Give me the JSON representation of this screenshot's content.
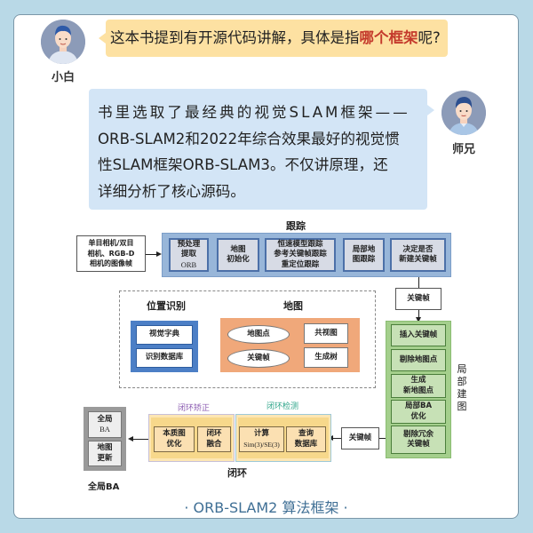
{
  "dialog": {
    "question": {
      "speaker": "小白",
      "text_before": "这本书提到有开源代码讲解，具体是指",
      "text_highlight": "哪个框架",
      "text_after": "呢?",
      "bubble_color": "#fde1a2",
      "highlight_color": "#c43a2c"
    },
    "answer": {
      "speaker": "师兄",
      "lines": [
        "书里选取了最经典的视觉SLAM框架——",
        "ORB-SLAM2和2022年综合效果最好的视觉惯",
        "性SLAM框架ORB-SLAM3。不仅讲原理，还",
        "详细分析了核心源码。"
      ],
      "bubble_color": "#d3e5f6"
    }
  },
  "diagram": {
    "input_box": [
      "单目相机/双目",
      "相机、RGB-D",
      "相机的图像帧"
    ],
    "tracking": {
      "title": "跟踪",
      "cells": [
        [
          "预处理",
          "提取",
          "ORB"
        ],
        [
          "地图",
          "初始化"
        ],
        [
          "恒速模型跟踪",
          "参考关键帧跟踪",
          "重定位跟踪"
        ],
        [
          "局部地",
          "图跟踪"
        ],
        [
          "决定是否",
          "新建关键帧"
        ]
      ]
    },
    "keyframe_top": "关键帧",
    "place_recognition": {
      "title": "位置识别",
      "items": [
        "视觉字典",
        "识别数据库"
      ]
    },
    "map": {
      "title": "地图",
      "ellipses": [
        "地图点",
        "关键帧"
      ],
      "rects": [
        "共视图",
        "生成树"
      ]
    },
    "local_mapping": {
      "title": "局部建图",
      "items": [
        [
          "插入关键帧"
        ],
        [
          "剔除地图点"
        ],
        [
          "生成",
          "新地图点"
        ],
        [
          "局部BA",
          "优化"
        ],
        [
          "剔除冗余",
          "关键帧"
        ]
      ]
    },
    "keyframe_bottom": "关键帧",
    "loop_closing": {
      "title": "闭环",
      "correction": {
        "title": "闭环矫正",
        "title_color": "#8a5ab0",
        "items": [
          [
            "本质图",
            "优化"
          ],
          [
            "闭环",
            "融合"
          ]
        ]
      },
      "detection": {
        "title": "闭环检测",
        "title_color": "#2fa58a",
        "items": [
          [
            "计算",
            "Sim(3)/SE(3)"
          ],
          [
            "查询",
            "数据库"
          ]
        ]
      }
    },
    "global_ba": {
      "title": "全局BA",
      "items": [
        [
          "全局",
          "BA"
        ],
        [
          "地图",
          "更新"
        ]
      ]
    }
  },
  "caption": "· ORB-SLAM2 算法框架 ·",
  "colors": {
    "background": "#b9d9e7",
    "card": "#ffffff",
    "caption": "#3f6f95"
  }
}
